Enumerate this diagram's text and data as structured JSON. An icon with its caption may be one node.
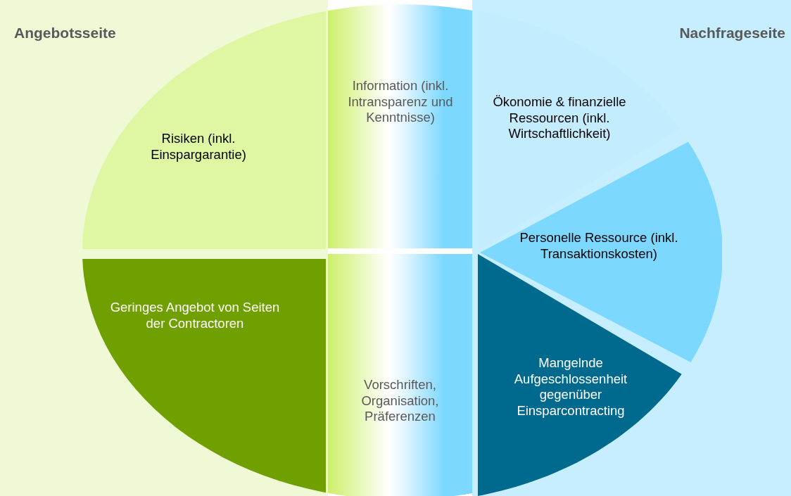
{
  "diagram": {
    "nodes": [
      {
        "text": [
          "Angebotsseite"
        ]
      },
      {
        "text": [
          "Nachfrageseite"
        ]
      },
      {
        "text": [
          "Risiken (inkl. Einspargarantie)"
        ],
        "in": 0
      },
      {
        "text": [
          "Geringes Angebot von Seiten der Contractoren"
        ],
        "in": 0
      },
      {
        "text": [
          "Information (inkl. Intransparenz und Kenntnisse)"
        ]
      },
      {
        "text": [
          "Vorschriften, Organisation, Präferenzen"
        ]
      },
      {
        "text": [
          "Ökonomie & finanzielle Ressourcen (inkl. Wirtschaftlichkeit)"
        ],
        "in": 1
      },
      {
        "text": [
          "Personelle Ressource (inkl. Transaktionskosten)"
        ],
        "in": 1
      },
      {
        "text": [
          "Mangelnde Aufgeschlossenheit gegenüber Einsparcontracting"
        ],
        "in": 1
      }
    ]
  }
}
